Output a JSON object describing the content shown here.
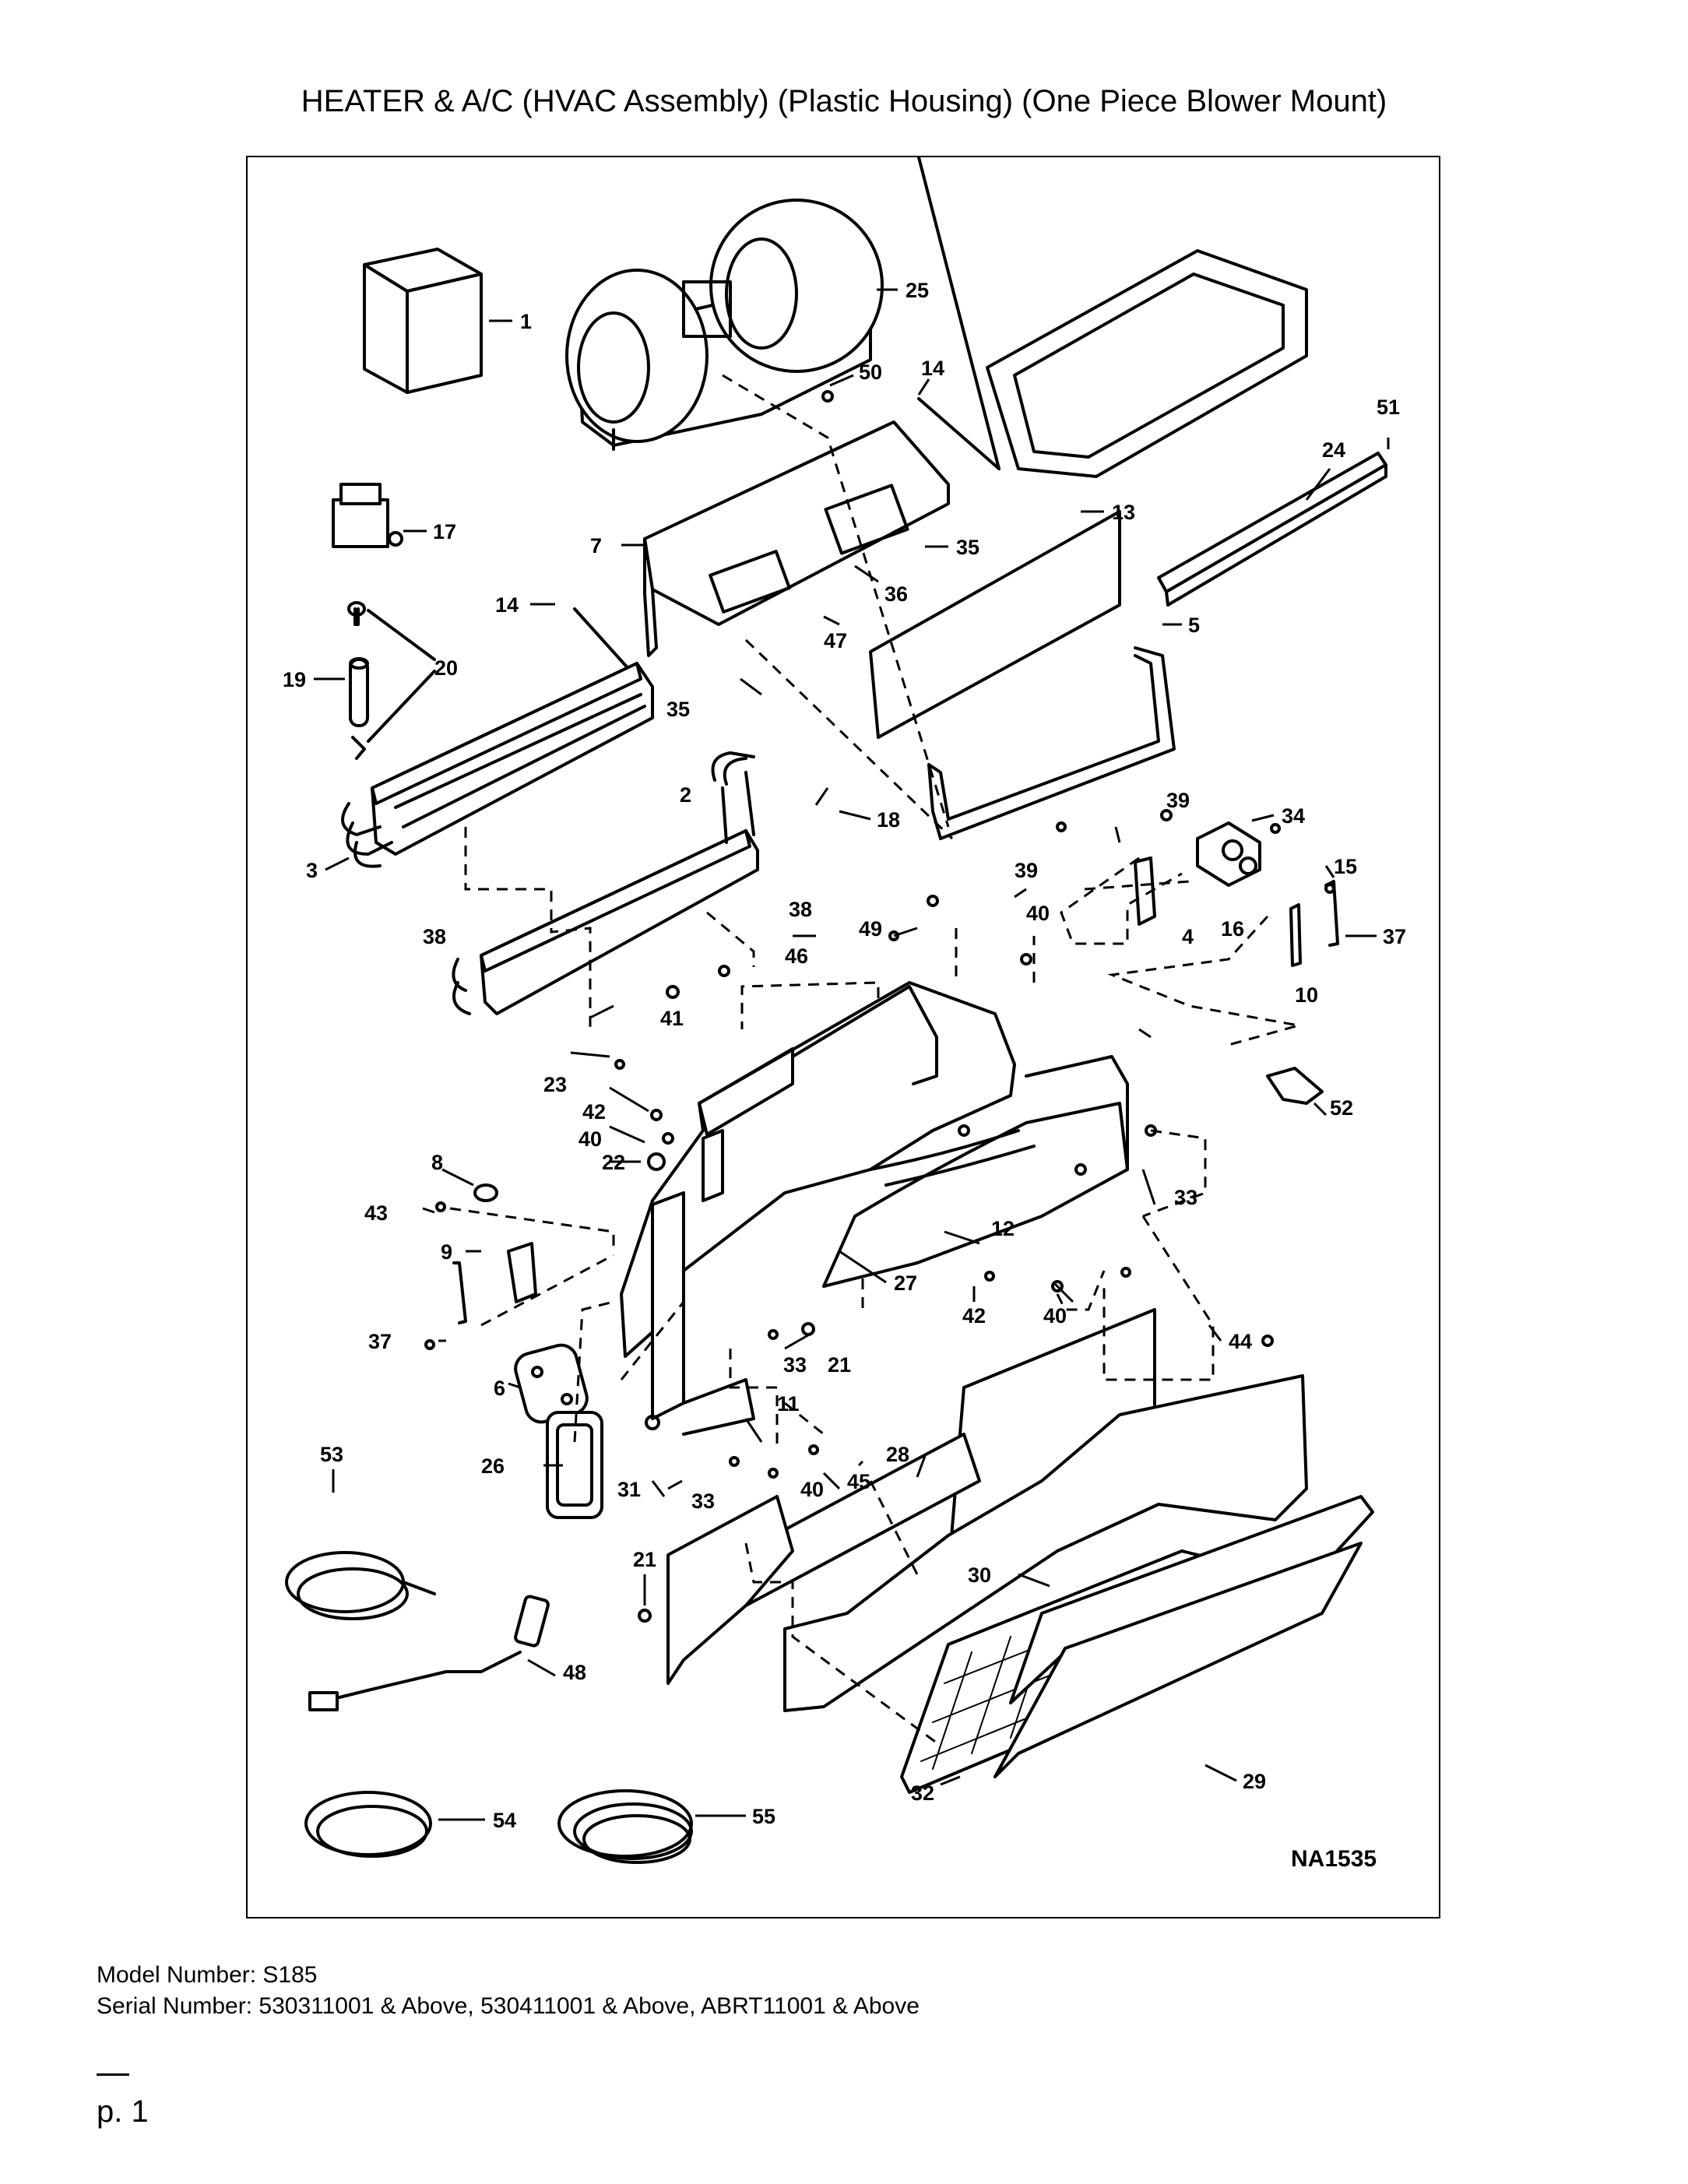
{
  "title": "HEATER & A/C (HVAC Assembly) (Plastic Housing) (One Piece Blower Mount)",
  "figure_id": "NA1535",
  "callouts": [
    "1",
    "25",
    "50",
    "14",
    "24",
    "51",
    "17",
    "7",
    "35",
    "13",
    "14",
    "36",
    "47",
    "5",
    "20",
    "19",
    "35",
    "2",
    "18",
    "3",
    "39",
    "34",
    "38",
    "38",
    "39",
    "15",
    "49",
    "40",
    "16",
    "37",
    "46",
    "4",
    "41",
    "10",
    "23",
    "42",
    "52",
    "40",
    "8",
    "22",
    "33",
    "43",
    "12",
    "9",
    "27",
    "42",
    "40",
    "37",
    "33",
    "21",
    "44",
    "6",
    "11",
    "53",
    "26",
    "31",
    "33",
    "40",
    "45",
    "28",
    "21",
    "30",
    "48",
    "54",
    "55",
    "32",
    "29"
  ],
  "model_line": "Model Number: S185",
  "serial_line": "Serial Number: 530311001 & Above, 530411001 & Above, ABRT11001 & Above",
  "page": "p. 1"
}
